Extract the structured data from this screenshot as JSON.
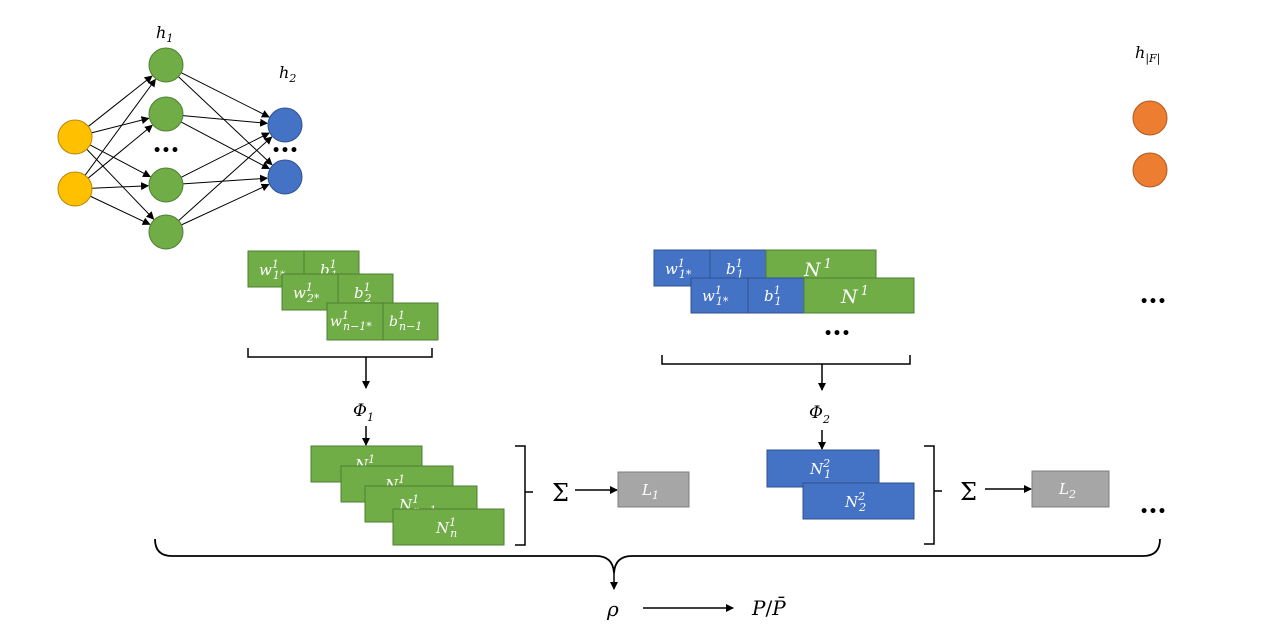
{
  "colors": {
    "input_node": "#FFC000",
    "green": "#70AD47",
    "blue": "#4472C4",
    "orange": "#ED7D31",
    "gray": "#A6A6A6"
  },
  "layers": {
    "h1": {
      "base": "h",
      "sub": "1"
    },
    "h2": {
      "base": "h",
      "sub": "2"
    },
    "hF": {
      "base": "h",
      "sub": "|F|"
    }
  },
  "ellipsis": "•••",
  "group1": {
    "params": [
      {
        "w_base": "w",
        "w_sup": "1",
        "w_sub": "1*",
        "b_base": "b",
        "b_sup": "1",
        "b_sub": "1"
      },
      {
        "w_base": "w",
        "w_sup": "1",
        "w_sub": "2*",
        "b_base": "b",
        "b_sup": "1",
        "b_sub": "2"
      },
      {
        "w_base": "w",
        "w_sup": "1",
        "w_sub": "n−1*",
        "b_base": "b",
        "b_sup": "1",
        "b_sub": "n−1"
      }
    ],
    "phi": {
      "base": "Φ",
      "sub": "1"
    },
    "outputs": [
      {
        "base": "N",
        "sup": "1",
        "sub": "1"
      },
      {
        "base": "N",
        "sup": "1",
        "sub": "2"
      },
      {
        "base": "N",
        "sup": "1",
        "sub": "n−1"
      },
      {
        "base": "N",
        "sup": "1",
        "sub": "n"
      }
    ],
    "sum": "Σ",
    "loss": {
      "base": "L",
      "sub": "1"
    }
  },
  "group2": {
    "params": [
      {
        "w_base": "w",
        "w_sup": "1",
        "w_sub": "1*",
        "b_base": "b",
        "b_sup": "1",
        "b_sub": "1",
        "n_base": "N",
        "n_sup": "1"
      },
      {
        "w_base": "w",
        "w_sup": "1",
        "w_sub": "1*",
        "b_base": "b",
        "b_sup": "1",
        "b_sub": "1",
        "n_base": "N",
        "n_sup": "1"
      }
    ],
    "phi": {
      "base": "Φ",
      "sub": "2"
    },
    "outputs": [
      {
        "base": "N",
        "sup": "2",
        "sub": "1"
      },
      {
        "base": "N",
        "sup": "2",
        "sub": "2"
      }
    ],
    "sum": "Σ",
    "loss": {
      "base": "L",
      "sub": "2"
    }
  },
  "rho": "ρ",
  "result": {
    "p": "P",
    "slash": "/",
    "pbar": "P̄"
  }
}
